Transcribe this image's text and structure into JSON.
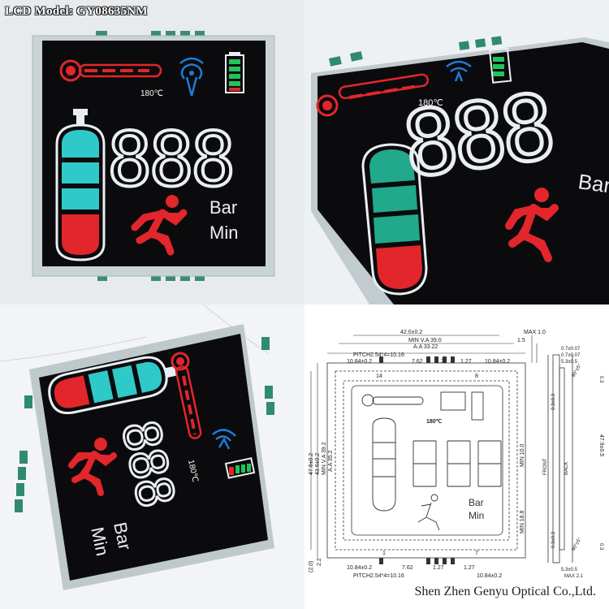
{
  "header": {
    "model_label": "LCD Model: GY08635NM"
  },
  "footer": {
    "company": "Shen Zhen Genyu Optical Co.,Ltd."
  },
  "lcd": {
    "temperature": "180℃",
    "digits": "888",
    "unit_bar": "Bar",
    "unit_min": "Min",
    "colors": {
      "cyan": "#30c9c9",
      "red": "#e2262b",
      "blue": "#1e7bd8",
      "green": "#22c35a",
      "segment": "#e9eef3",
      "glass": "#0b0b0d"
    }
  },
  "photo_views": [
    {
      "id": "front",
      "caption": ""
    },
    {
      "id": "angled",
      "caption": ""
    },
    {
      "id": "rotated",
      "caption": ""
    }
  ],
  "drawing": {
    "top_dims": [
      "42.0±0.2",
      "MIN V.A 39.0",
      "A.A 33.22",
      "PITCH2.54*4=10.16",
      "10.84±0.2",
      "7.62",
      "1.27",
      "1.27",
      "10.84±0.2"
    ],
    "right_top": [
      "MAX 1.0",
      "1.5"
    ],
    "pin_numbers": [
      "14",
      "8",
      "1",
      "7"
    ],
    "left_dims": [
      "47.6±0.2",
      "43.6±0.2",
      "MIN V.A 39.2",
      "A.A 35.2",
      "2.2",
      "(2.0)"
    ],
    "inner_dims": [
      "MIN 10.0",
      "MIN 18.8"
    ],
    "bottom_dims": [
      "10.84±0.2",
      "7.62",
      "1.27",
      "1.27",
      "PITCH2.54*4=10.16",
      "10.84±0.2"
    ],
    "side_dims": [
      "0.7±0.07",
      "0.7±0.07",
      "5.3±0.5",
      "0.3",
      "90°±5°",
      "0.3±0.3",
      "47.9±0.5",
      "0.3±0.3",
      "90°±5°",
      "0.3",
      "5.3±0.5",
      "MAX 2.1"
    ],
    "side_labels": [
      "FRONT",
      "BACK"
    ]
  }
}
